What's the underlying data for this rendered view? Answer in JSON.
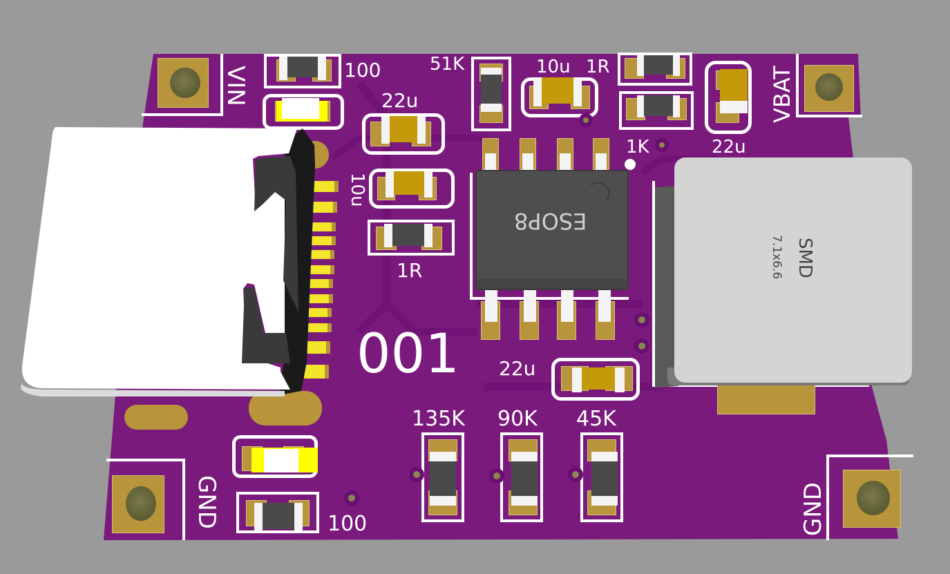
{
  "scene": {
    "background_color": "#9a9a9a",
    "board_color": "#7b1a7d",
    "pad_color": "#b8943a",
    "silkscreen_color": "#ffffff"
  },
  "labels": {
    "vin": "VIN",
    "vbat": "VBAT",
    "gnd_left": "GND",
    "gnd_right": "GND",
    "board_id": "001",
    "r_led_top": "100",
    "r_led_bottom": "100",
    "r_51k": "51K",
    "c_10u_top": "10u",
    "r_1r_top": "1R",
    "r_1k": "1K",
    "c_22u_top_left": "22u",
    "c_22u_top_right": "22u",
    "c_10u_side": "10u",
    "r_1r_left": "1R",
    "c_22u_bottom": "22u",
    "r_135k": "135K",
    "r_90k": "90K",
    "r_45k": "45K"
  },
  "ic": {
    "package": "ESOP8"
  },
  "inductor": {
    "line1": "SMD",
    "line2": "7.1x6.6"
  }
}
